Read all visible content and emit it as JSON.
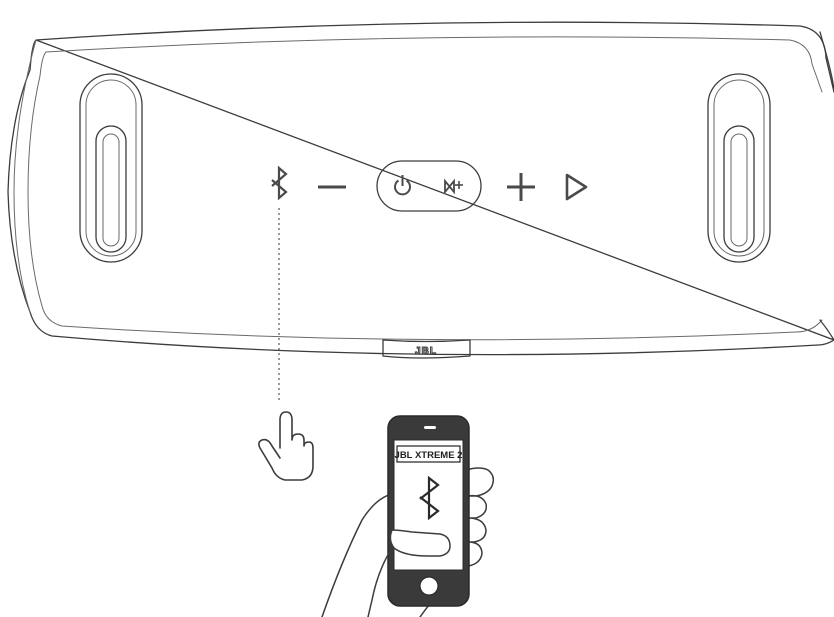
{
  "speaker": {
    "brand_logo": "JBL",
    "buttons": [
      "bluetooth",
      "volume-down",
      "power",
      "connect-plus",
      "volume-up",
      "play"
    ]
  },
  "phone": {
    "screen_label": "JBL XTREME 2",
    "screen_icon": "bluetooth-icon"
  },
  "colors": {
    "line": "#3c3c3c",
    "phone_body": "#3a3a3a",
    "background": "#ffffff"
  }
}
